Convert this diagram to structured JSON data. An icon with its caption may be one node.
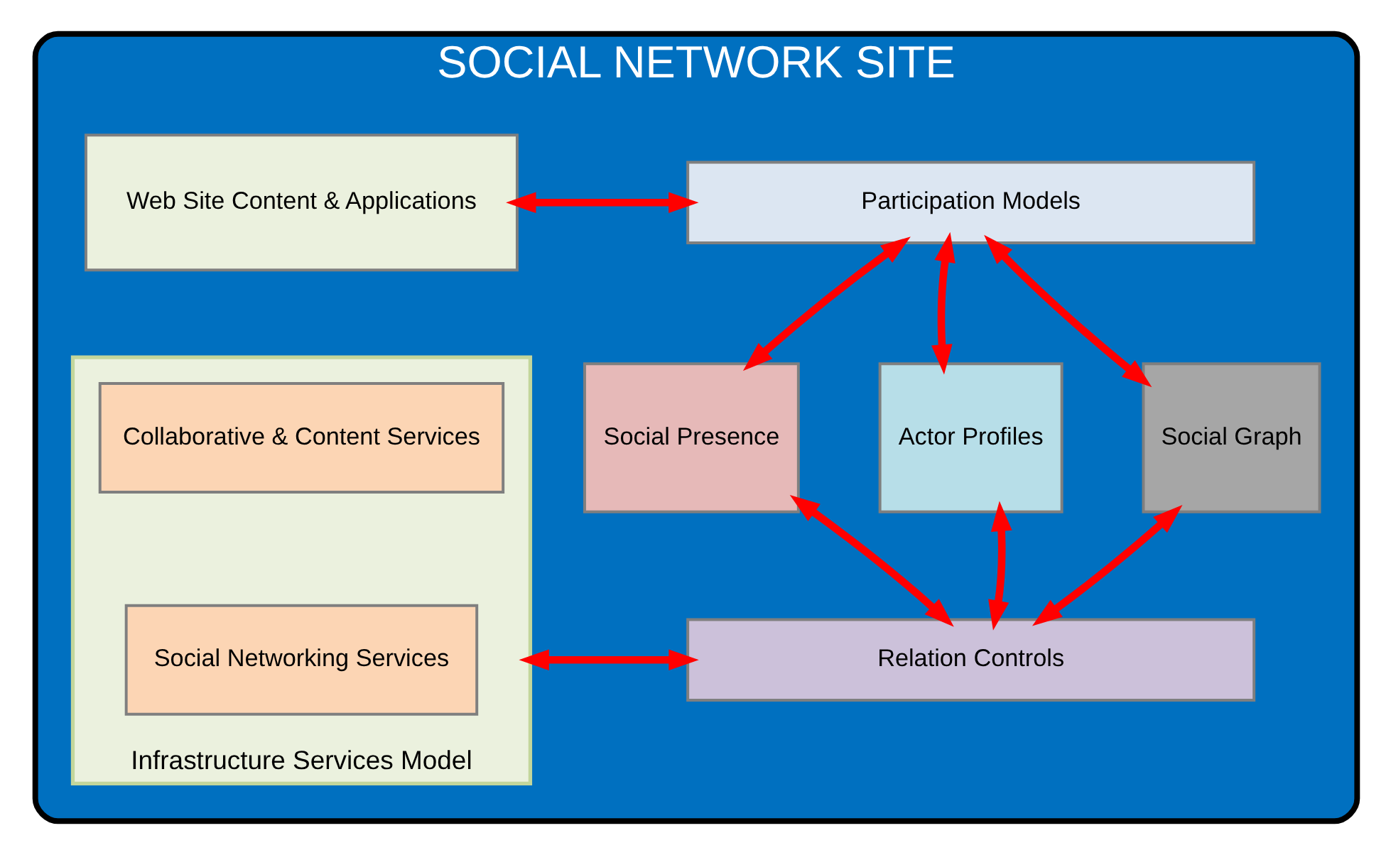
{
  "diagram": {
    "nodes": [
      {
        "text": [
          "SOCIAL NETWORK SITE"
        ]
      },
      {
        "text": [
          "Participation Models"
        ],
        "in": 0
      },
      {
        "text": [
          "Web Site Content & Applications"
        ],
        "in": 0
      },
      {
        "text": [
          "Social Presence"
        ],
        "in": 0
      },
      {
        "text": [
          "Actor Profiles"
        ],
        "in": 0
      },
      {
        "text": [
          "Social Graph"
        ],
        "in": 0
      },
      {
        "text": [
          "Relation Controls"
        ],
        "in": 0
      },
      {
        "text": [
          "Infrastructure Services Model"
        ],
        "in": 0
      },
      {
        "text": [
          "Collaborative & Content Services"
        ],
        "in": 7
      },
      {
        "text": [
          "Social Networking Services"
        ],
        "in": 7
      }
    ],
    "edges": [
      {
        "from": 1,
        "to": 2,
        "arrow": "both"
      },
      {
        "from": 1,
        "to": 3,
        "arrow": "both"
      },
      {
        "from": 1,
        "to": 4,
        "arrow": "both"
      },
      {
        "from": 1,
        "to": 5,
        "arrow": "both"
      },
      {
        "from": 6,
        "to": 3,
        "arrow": "both"
      },
      {
        "from": 6,
        "to": 4,
        "arrow": "both"
      },
      {
        "from": 6,
        "to": 5,
        "arrow": "both"
      },
      {
        "from": 6,
        "to": 7,
        "arrow": "both"
      }
    ]
  }
}
